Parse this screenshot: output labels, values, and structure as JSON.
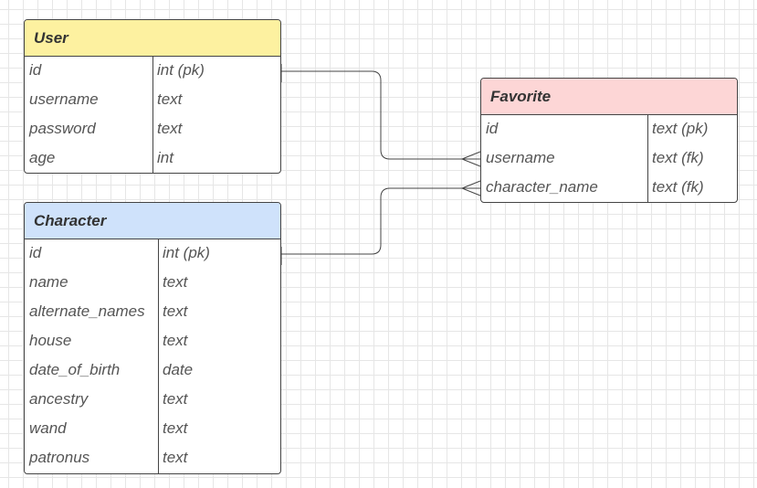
{
  "diagram": {
    "entities": {
      "user": {
        "title": "User",
        "header_color": "#fdf1a0",
        "fields": [
          {
            "name": "id",
            "type": "int (pk)"
          },
          {
            "name": "username",
            "type": "text"
          },
          {
            "name": "password",
            "type": "text"
          },
          {
            "name": "age",
            "type": "int"
          }
        ]
      },
      "character": {
        "title": "Character",
        "header_color": "#cfe2fb",
        "fields": [
          {
            "name": "id",
            "type": "int (pk)"
          },
          {
            "name": "name",
            "type": "text"
          },
          {
            "name": "alternate_names",
            "type": "text"
          },
          {
            "name": "house",
            "type": "text"
          },
          {
            "name": "date_of_birth",
            "type": "date"
          },
          {
            "name": "ancestry",
            "type": "text"
          },
          {
            "name": "wand",
            "type": "text"
          },
          {
            "name": "patronus",
            "type": "text"
          }
        ]
      },
      "favorite": {
        "title": "Favorite",
        "header_color": "#fdd6d6",
        "fields": [
          {
            "name": "id",
            "type": "text (pk)"
          },
          {
            "name": "username",
            "type": "text (fk)"
          },
          {
            "name": "character_name",
            "type": "text (fk)"
          }
        ]
      }
    },
    "relationships": [
      {
        "from": "User.id",
        "to": "Favorite.username",
        "from_end": "one",
        "to_end": "many"
      },
      {
        "from": "Character.id",
        "to": "Favorite.character_name",
        "from_end": "one",
        "to_end": "many"
      }
    ]
  }
}
